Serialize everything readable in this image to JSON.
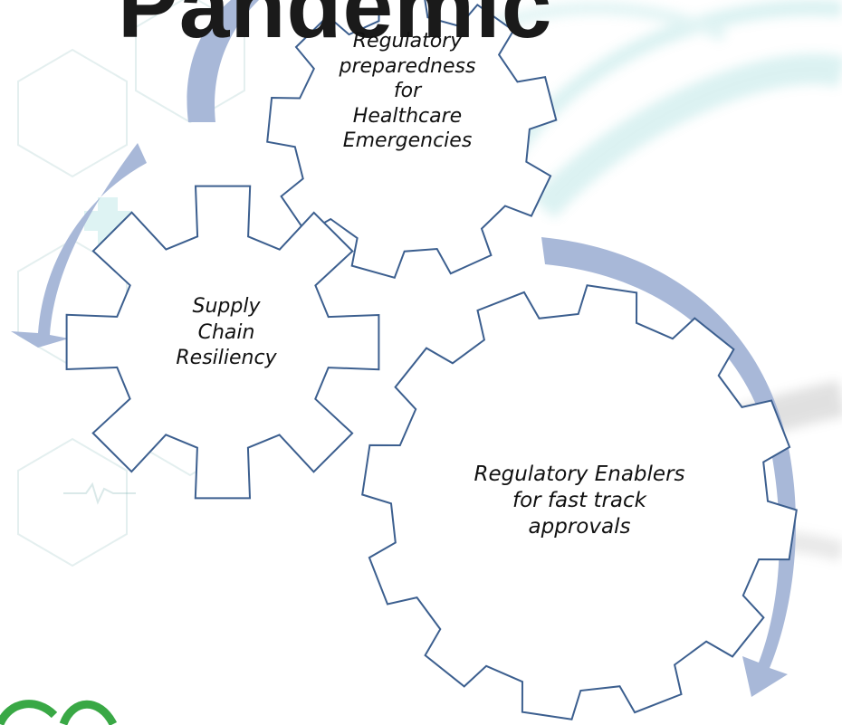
{
  "diagram": {
    "title": "Pandemic",
    "gears": [
      {
        "label": "Regulatory\npreparedness\nfor\nHealthcare\nEmergencies"
      },
      {
        "label": "Supply\nChain\nResiliency"
      },
      {
        "label": "Regulatory Enablers\nfor fast track\napprovals"
      }
    ]
  },
  "colors": {
    "arrow": "#a8b8d8",
    "gear_stroke": "#3c5f8f",
    "gear_fill": "#ffffff",
    "background_teal": "#5ec4c4"
  }
}
